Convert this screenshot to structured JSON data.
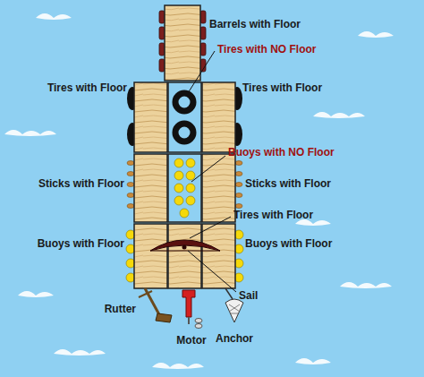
{
  "diagram": {
    "labels": [
      "Barrels with Floor",
      "Tires with NO Floor",
      "Tires with Floor",
      "Tires with Floor",
      "Buoys with NO Floor",
      "Sticks with Floor",
      "Sticks with Floor",
      "Tires with Floor",
      "Buoys with Floor",
      "Buoys with Floor",
      "Sail",
      "Rutter",
      "Motor",
      "Anchor"
    ]
  }
}
